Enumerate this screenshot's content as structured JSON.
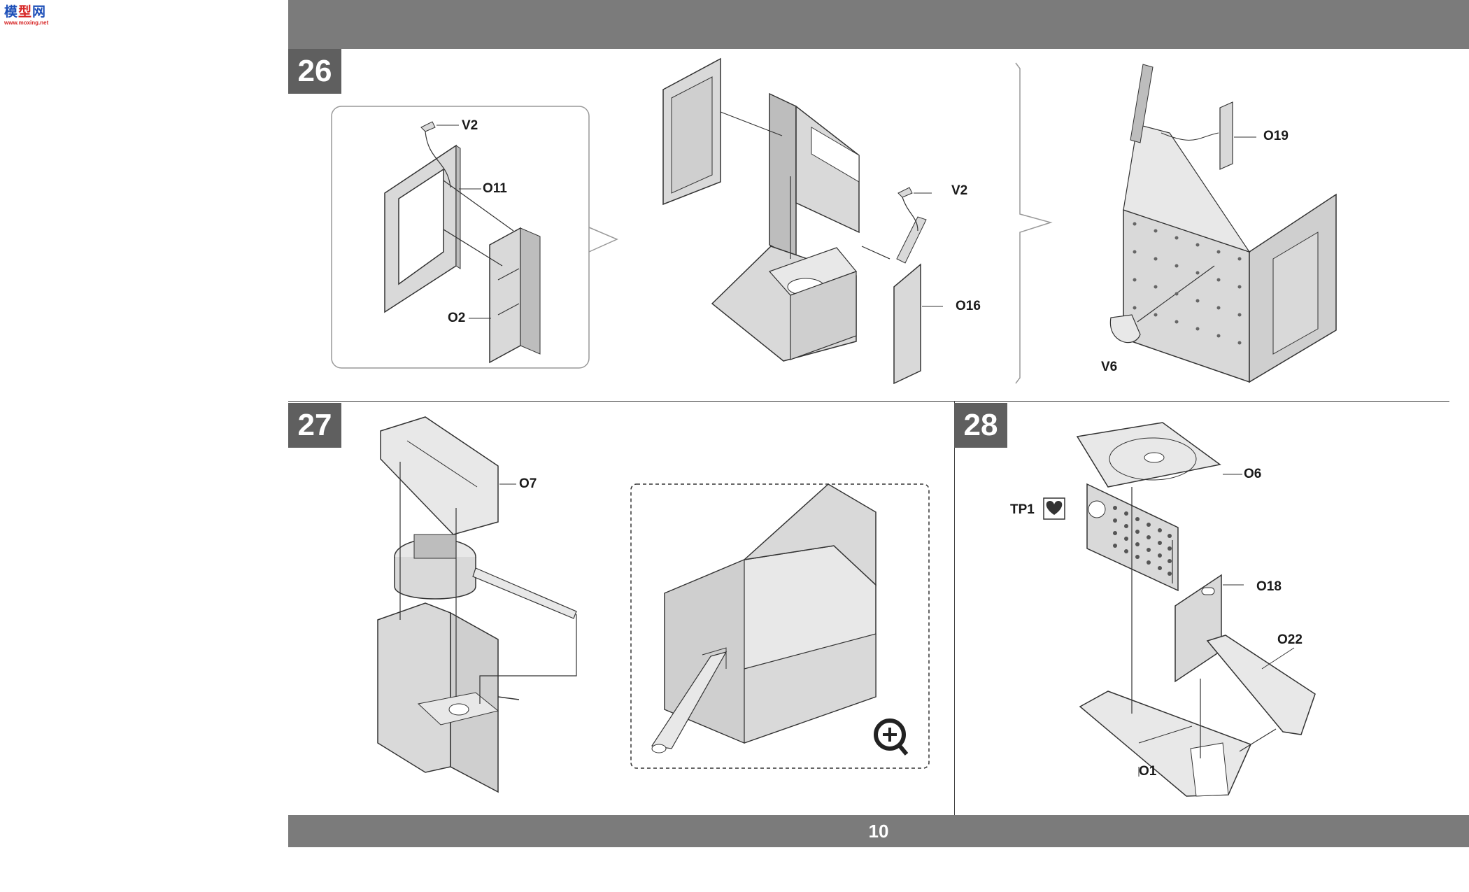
{
  "logo": {
    "main_left": "模",
    "main_mid": "型",
    "main_right": "网",
    "sub": "www.moxing.net"
  },
  "page_number": "10",
  "steps": [
    {
      "number": "26",
      "labels": [
        "V2",
        "O11",
        "O2",
        "V2",
        "O16",
        "O19",
        "V6"
      ]
    },
    {
      "number": "27",
      "labels": [
        "O7"
      ]
    },
    {
      "number": "28",
      "labels": [
        "O6",
        "TP1",
        "O18",
        "O22",
        "O1"
      ]
    }
  ],
  "colors": {
    "bar": "#7b7b7b",
    "badge": "#5f5f5f",
    "part_fill": "#d9d9d9",
    "line": "#333333"
  },
  "icons": [
    "magnifier-plus-icon",
    "heart-decal-icon"
  ]
}
